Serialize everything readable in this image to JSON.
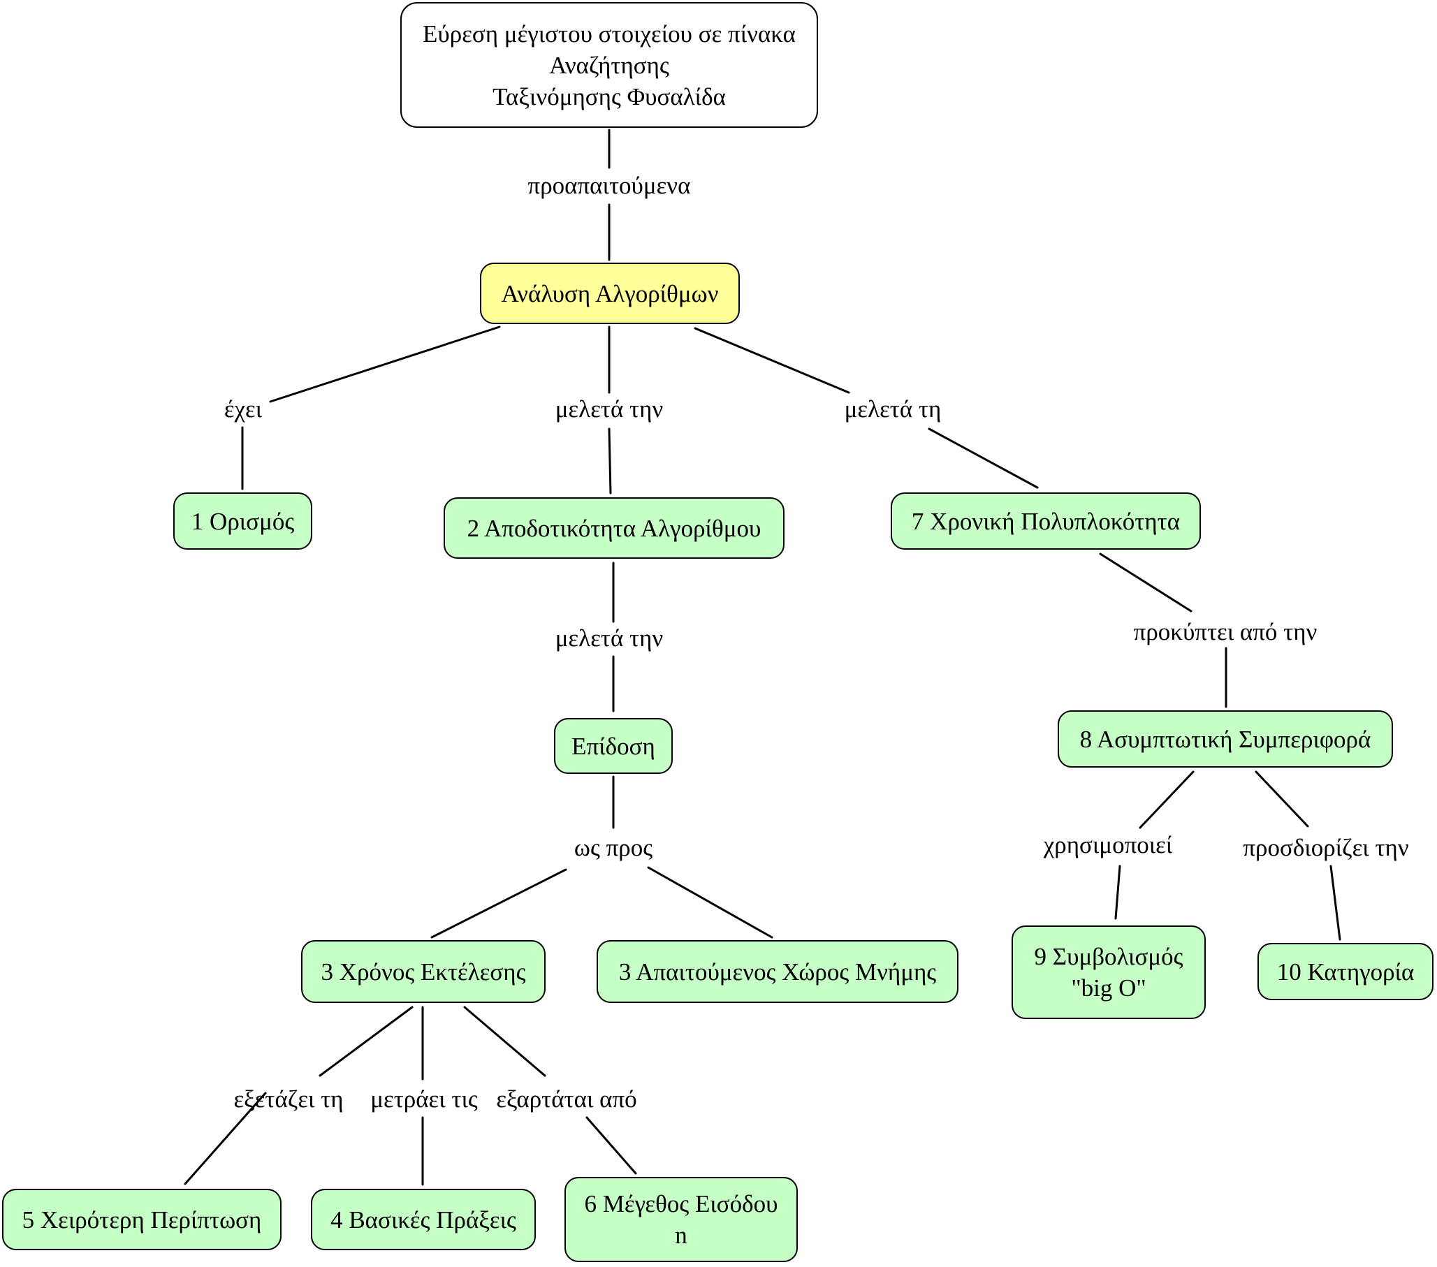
{
  "nodes": {
    "root": "Εύρεση μέγιστου στοιχείου σε πίνακα\nΑναζήτησης\nΤαξινόμησης Φυσαλίδα",
    "analysis": "Ανάλυση Αλγορίθμων",
    "n1": "1 Ορισμός",
    "n2": "2 Αποδοτικότητα Αλγορίθμου",
    "n7": "7 Χρονική Πολυπλοκότητα",
    "performance": "Επίδοση",
    "n8": "8 Ασυμπτωτική Συμπεριφορά",
    "n3a": "3 Χρόνος Εκτέλεσης",
    "n3b": "3 Απαιτούμενος Χώρος Μνήμης",
    "n9": "9 Συμβολισμός\n\"big O\"",
    "n10": "10 Κατηγορία",
    "n5": "5 Χειρότερη Περίπτωση",
    "n4": "4 Βασικές Πράξεις",
    "n6": "6 Μέγεθος Εισόδου\nn"
  },
  "links": {
    "prerequisites": "προαπαιτούμενα",
    "has": "έχει",
    "studies_1": "μελετά την",
    "studies_2": "μελετά τη",
    "studies_3": "μελετά την",
    "results_from": "προκύπτει από την",
    "regarding": "ως προς",
    "uses": "χρησιμοποιεί",
    "determines": "προσδιορίζει την",
    "examines": "εξετάζει τη",
    "counts": "μετράει τις",
    "depends_on": "εξαρτάται από"
  },
  "colors": {
    "root_fill": "#ffffff",
    "highlight_fill": "#ffff99",
    "concept_fill": "#c6ffc6",
    "stroke": "#000000"
  }
}
